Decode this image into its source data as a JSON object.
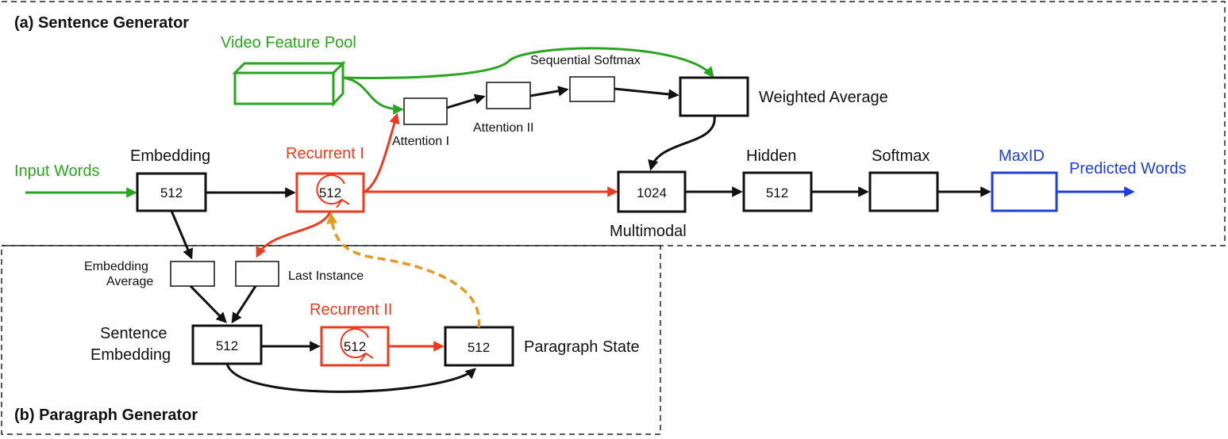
{
  "sections": {
    "sentence_generator": "(a) Sentence Generator",
    "paragraph_generator": "(b) Paragraph Generator"
  },
  "labels": {
    "video_feature_pool": "Video Feature Pool",
    "sequential_softmax": "Sequential Softmax",
    "weighted_average": "Weighted Average",
    "attention_1": "Attention I",
    "attention_2": "Attention II",
    "embedding": "Embedding",
    "recurrent_1": "Recurrent I",
    "input_words": "Input Words",
    "multimodal": "Multimodal",
    "hidden": "Hidden",
    "softmax": "Softmax",
    "maxid": "MaxID",
    "predicted_words": "Predicted Words",
    "embedding_average_1": "Embedding",
    "embedding_average_2": "Average",
    "last_instance": "Last Instance",
    "recurrent_2": "Recurrent II",
    "sentence_embedding_1": "Sentence",
    "sentence_embedding_2": "Embedding",
    "paragraph_state": "Paragraph State"
  },
  "boxes": {
    "embedding": "512",
    "recurrent_1": "512",
    "multimodal": "1024",
    "hidden": "512",
    "sentence_embedding": "512",
    "recurrent_2": "512",
    "paragraph_state": "512"
  },
  "colors": {
    "green": "#2aa51f",
    "red": "#ee3a1c",
    "blue": "#1f3fdc",
    "orange": "#e49a1e",
    "black": "#111111"
  }
}
